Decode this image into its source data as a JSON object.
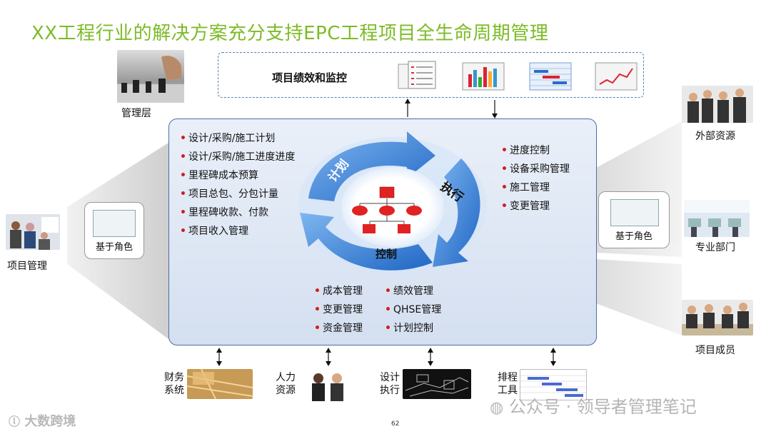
{
  "title": "XX工程行业的解决方案充分支持EPC工程项目全生命周期管理",
  "perf": {
    "label": "项目绩效和监控"
  },
  "cycle": {
    "plan": "计划",
    "execute": "执行",
    "control": "控制"
  },
  "left_items": [
    "设计/采购/施工计划",
    "设计/采购/施工进度进度",
    "里程碑成本预算",
    "项目总包、分包计量",
    "里程碑收款、付款",
    "项目收入管理"
  ],
  "right_items": [
    "进度控制",
    "设备采购管理",
    "施工管理",
    "变更管理"
  ],
  "bottom_items_1": [
    "成本管理",
    "变更管理",
    "资金管理"
  ],
  "bottom_items_2": [
    "绩效管理",
    "QHSE管理",
    "计划控制"
  ],
  "roles": {
    "management": "管理层",
    "project_mgmt": "项目管理",
    "role_left": "基于角色",
    "role_right": "基于角色",
    "external": "外部资源",
    "department": "专业部门",
    "members": "项目成员"
  },
  "bottom_systems": {
    "finance_1": "财务",
    "finance_2": "系统",
    "hr_1": "人力",
    "hr_2": "资源",
    "design_1": "设计",
    "design_2": "执行",
    "schedule_1": "排程",
    "schedule_2": "工具"
  },
  "page_number": "62",
  "watermark_left": "大数跨境",
  "watermark_right": "公众号 · 领导者管理笔记",
  "colors": {
    "title": "#7dbb27",
    "arrow": "#2a7bd6",
    "org": "#e02222",
    "bullet": "#d01e1e"
  }
}
